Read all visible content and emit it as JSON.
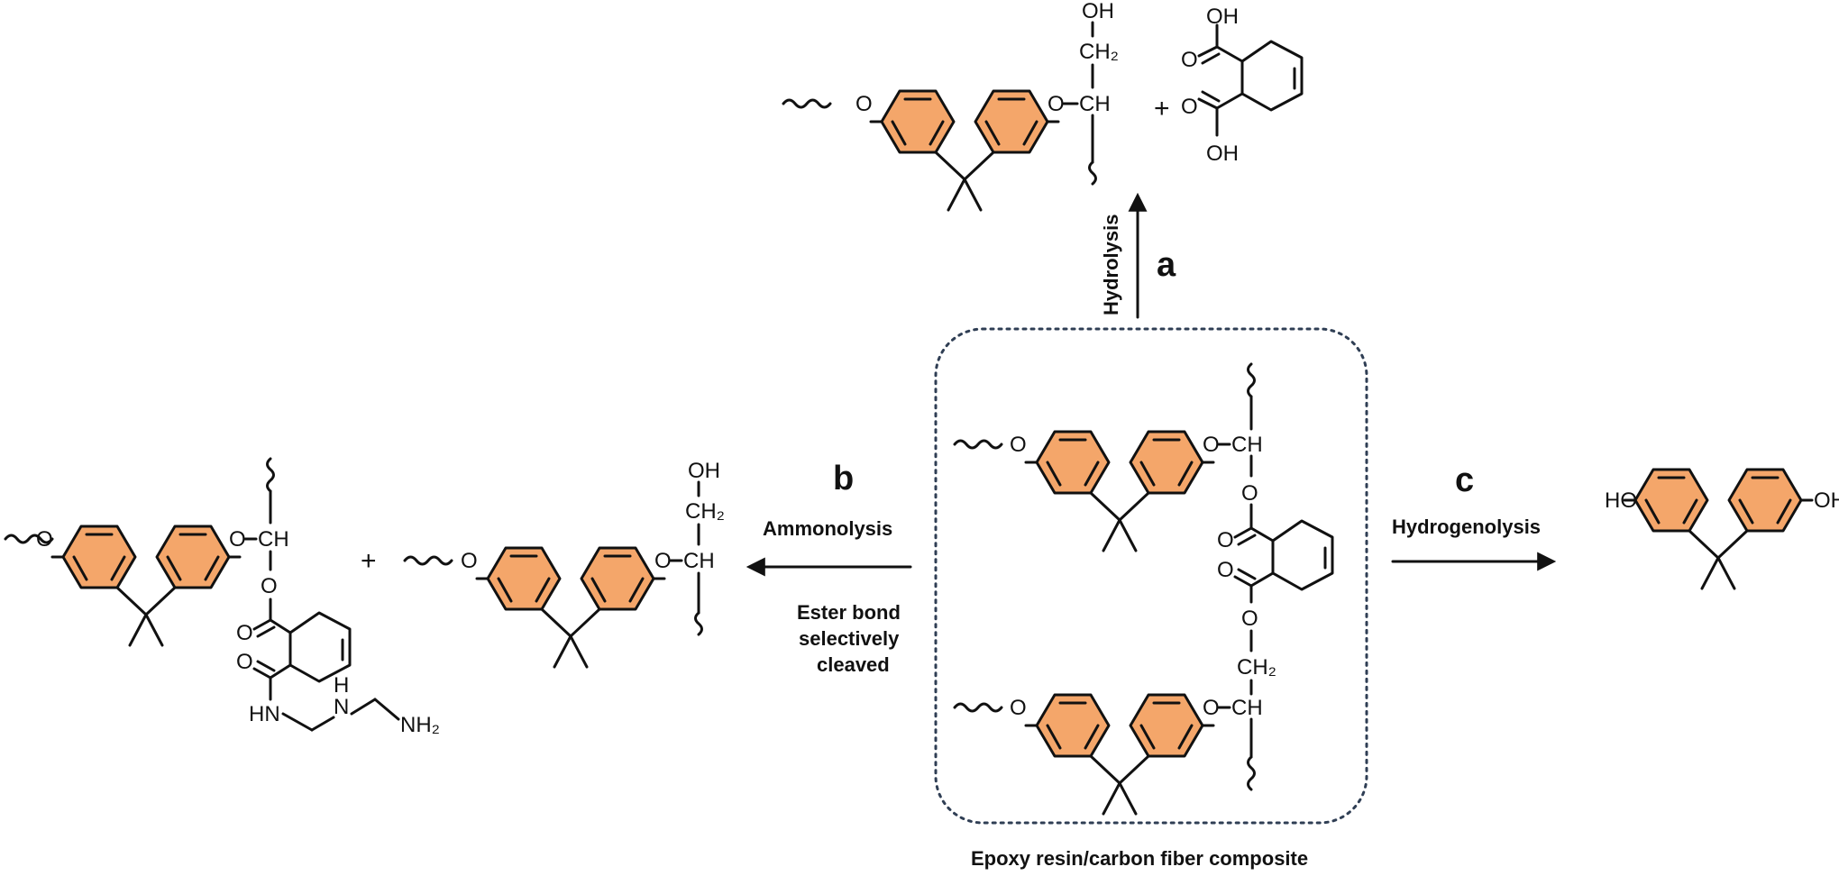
{
  "labels": {
    "a": "a",
    "b": "b",
    "c": "c",
    "hydrolysis": "Hydrolysis",
    "ammonolysis": "Ammonolysis",
    "hydrogenolysis": "Hydrogenolysis",
    "ester_line1": "Ester bond",
    "ester_line2": "selectively",
    "ester_line3": "cleaved",
    "composite": "Epoxy resin/carbon fiber composite",
    "plus": "+"
  },
  "atoms": {
    "O": "O",
    "OH": "OH",
    "HO": "HO",
    "CH": "CH",
    "CH2": "CH₂",
    "HN": "HN",
    "H": "H",
    "N": "N",
    "NH2": "NH₂"
  },
  "colors": {
    "ring_fill": "#F4A66A",
    "bond": "#111111",
    "box": "#2f3e54"
  }
}
